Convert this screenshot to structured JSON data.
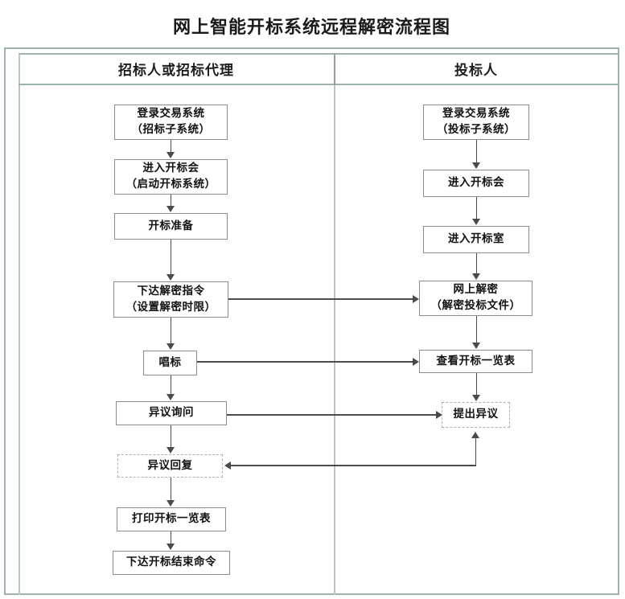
{
  "title": "网上智能开标系统远程解密流程图",
  "lanes": [
    {
      "id": "lane-tenderer",
      "label": "招标人或招标代理"
    },
    {
      "id": "lane-bidder",
      "label": "投标人"
    }
  ],
  "colors": {
    "frame": "#9db2ac",
    "lane_divider": "#b7c8c2",
    "node_border": "#8c8c8c",
    "dashed_border": "#b0b0b0",
    "connector": "#4a4a4a",
    "text": "#111111",
    "background": "#ffffff"
  },
  "chart_data": {
    "type": "diagram",
    "title": "网上智能开标系统远程解密流程图",
    "lanes": [
      "招标人或招标代理",
      "投标人"
    ],
    "nodes": [
      {
        "id": "t1",
        "lane": "招标人或招标代理",
        "line1": "登录交易系统",
        "line2": "（招标子系统）",
        "shape": "rect",
        "style": "solid"
      },
      {
        "id": "t2",
        "lane": "招标人或招标代理",
        "line1": "进入开标会",
        "line2": "（启动开标系统）",
        "shape": "rect",
        "style": "solid"
      },
      {
        "id": "t3",
        "lane": "招标人或招标代理",
        "line1": "开标准备",
        "line2": "",
        "shape": "rect",
        "style": "solid"
      },
      {
        "id": "t4",
        "lane": "招标人或招标代理",
        "line1": "下达解密指令",
        "line2": "（设置解密时限）",
        "shape": "rect",
        "style": "solid"
      },
      {
        "id": "t5",
        "lane": "招标人或招标代理",
        "line1": "唱标",
        "line2": "",
        "shape": "rect",
        "style": "solid"
      },
      {
        "id": "t6",
        "lane": "招标人或招标代理",
        "line1": "异议询问",
        "line2": "",
        "shape": "rect",
        "style": "solid"
      },
      {
        "id": "t7",
        "lane": "招标人或招标代理",
        "line1": "异议回复",
        "line2": "",
        "shape": "rect",
        "style": "dashed"
      },
      {
        "id": "t8",
        "lane": "招标人或招标代理",
        "line1": "打印开标一览表",
        "line2": "",
        "shape": "rect",
        "style": "solid"
      },
      {
        "id": "t9",
        "lane": "招标人或招标代理",
        "line1": "下达开标结束命令",
        "line2": "",
        "shape": "rect",
        "style": "solid"
      },
      {
        "id": "b1",
        "lane": "投标人",
        "line1": "登录交易系统",
        "line2": "（投标子系统）",
        "shape": "rect",
        "style": "solid"
      },
      {
        "id": "b2",
        "lane": "投标人",
        "line1": "进入开标会",
        "line2": "",
        "shape": "rect",
        "style": "solid"
      },
      {
        "id": "b3",
        "lane": "投标人",
        "line1": "进入开标室",
        "line2": "",
        "shape": "rect",
        "style": "solid"
      },
      {
        "id": "b4",
        "lane": "投标人",
        "line1": "网上解密",
        "line2": "（解密投标文件）",
        "shape": "rect",
        "style": "solid"
      },
      {
        "id": "b5",
        "lane": "投标人",
        "line1": "查看开标一览表",
        "line2": "",
        "shape": "rect",
        "style": "solid"
      },
      {
        "id": "b6",
        "lane": "投标人",
        "line1": "提出异议",
        "line2": "",
        "shape": "rect",
        "style": "dashed"
      }
    ],
    "edges": [
      {
        "from": "t1",
        "to": "t2",
        "direction": "down"
      },
      {
        "from": "t2",
        "to": "t3",
        "direction": "down"
      },
      {
        "from": "t3",
        "to": "t4",
        "direction": "down"
      },
      {
        "from": "t4",
        "to": "t5",
        "direction": "down"
      },
      {
        "from": "t5",
        "to": "t6",
        "direction": "down"
      },
      {
        "from": "t6",
        "to": "t7",
        "direction": "down"
      },
      {
        "from": "t7",
        "to": "t8",
        "direction": "down"
      },
      {
        "from": "t8",
        "to": "t9",
        "direction": "down"
      },
      {
        "from": "b1",
        "to": "b2",
        "direction": "down"
      },
      {
        "from": "b2",
        "to": "b3",
        "direction": "down"
      },
      {
        "from": "b3",
        "to": "b4",
        "direction": "down"
      },
      {
        "from": "b4",
        "to": "b5",
        "direction": "down"
      },
      {
        "from": "b5",
        "to": "b6",
        "direction": "down"
      },
      {
        "from": "t4",
        "to": "b4",
        "direction": "right"
      },
      {
        "from": "t5",
        "to": "b5",
        "direction": "right"
      },
      {
        "from": "t6",
        "to": "b6",
        "direction": "right"
      },
      {
        "from": "b6",
        "to": "t7",
        "direction": "left"
      }
    ]
  }
}
